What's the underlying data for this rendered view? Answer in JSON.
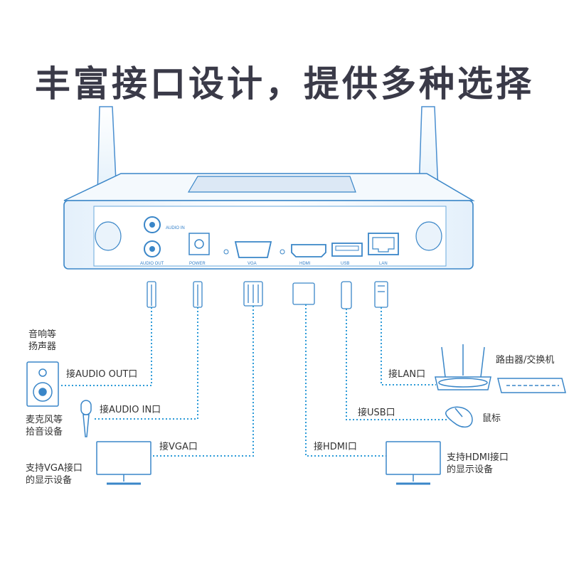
{
  "title": "丰富接口设计，提供多种选择",
  "colors": {
    "line": "#2d9bd8",
    "line_light": "#7ccaf0",
    "device_stroke": "#3a86c8",
    "title": "#3a3a48"
  },
  "ports": {
    "audio_in": "AUDIO IN",
    "audio_out": "AUDIO OUT",
    "power": "POWER",
    "vga": "VGA",
    "hdmi": "HDMI",
    "usb": "USB",
    "lan": "LAN"
  },
  "labels": {
    "speaker": [
      "音响等",
      "扬声器"
    ],
    "connect_audio_out": "接AUDIO OUT口",
    "connect_audio_in": "接AUDIO IN口",
    "microphone": [
      "麦克风等",
      "拾音设备"
    ],
    "connect_vga": "接VGA口",
    "vga_display": [
      "支持VGA接口",
      "的显示设备"
    ],
    "connect_lan": "接LAN口",
    "router": "路由器/交换机",
    "connect_usb": "接USB口",
    "mouse": "鼠标",
    "connect_hdmi": "接HDMI口",
    "hdmi_display": [
      "支持HDMI接口",
      "的显示设备"
    ]
  }
}
